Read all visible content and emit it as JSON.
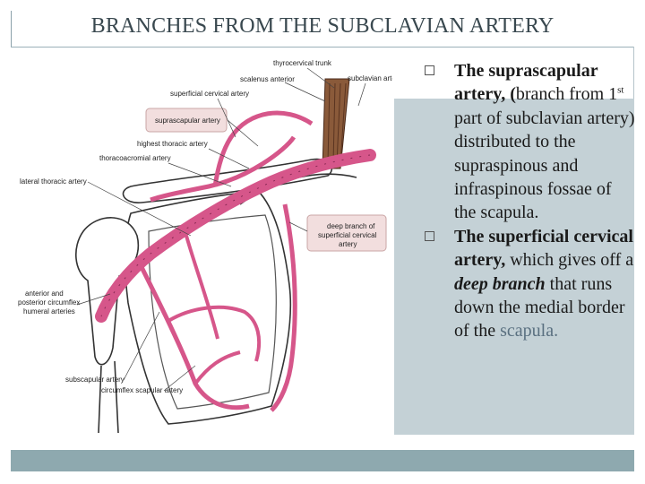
{
  "title": "BRANCHES FROM THE SUBCLAVIAN ARTERY",
  "figure": {
    "labels": {
      "thyrocervical": "thyrocervical trunk",
      "scalenus": "scalenus anterior",
      "subclavian": "subclavian artery",
      "superficial_cervical": "superficial cervical artery",
      "suprascapular": "suprascapular artery",
      "highest_thoracic": "highest thoracic artery",
      "thoracoacromial": "thoracoacromial artery",
      "lateral_thoracic": "lateral thoracic artery",
      "deep_branch_1": "deep branch of",
      "deep_branch_2": "superficial cervical",
      "deep_branch_3": "artery",
      "circumflex_humeral_1": "anterior and",
      "circumflex_humeral_2": "posterior circumflex",
      "circumflex_humeral_3": "humeral arteries",
      "subscapular": "subscapular artery",
      "circumflex_scapular": "circumflex scapular artery"
    }
  },
  "bullets": {
    "item1": {
      "bold1": "The suprascapular artery, (",
      "normal1": "branch from 1",
      "sup": "st",
      "normal2": " part of subclavian artery) distributed to the supraspinous and infraspinous fossae of the scapula."
    },
    "item2": {
      "bold1": "The superficial cervical artery,",
      "normal1": " which gives off a ",
      "bolditalic": "deep branch",
      "normal2": " that runs down the medial border of the ",
      "faded": "scapula."
    }
  },
  "colors": {
    "artery": "#d6568a",
    "panel": "#c4d1d6",
    "bar": "#8ea9af",
    "label_box": "#f2dede"
  }
}
